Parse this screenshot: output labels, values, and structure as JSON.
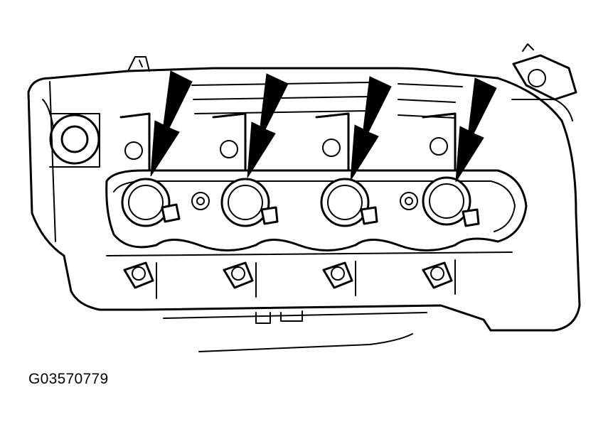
{
  "figure": {
    "code": "G03570779",
    "cylinder_count": 4,
    "arrow_count": 4
  }
}
